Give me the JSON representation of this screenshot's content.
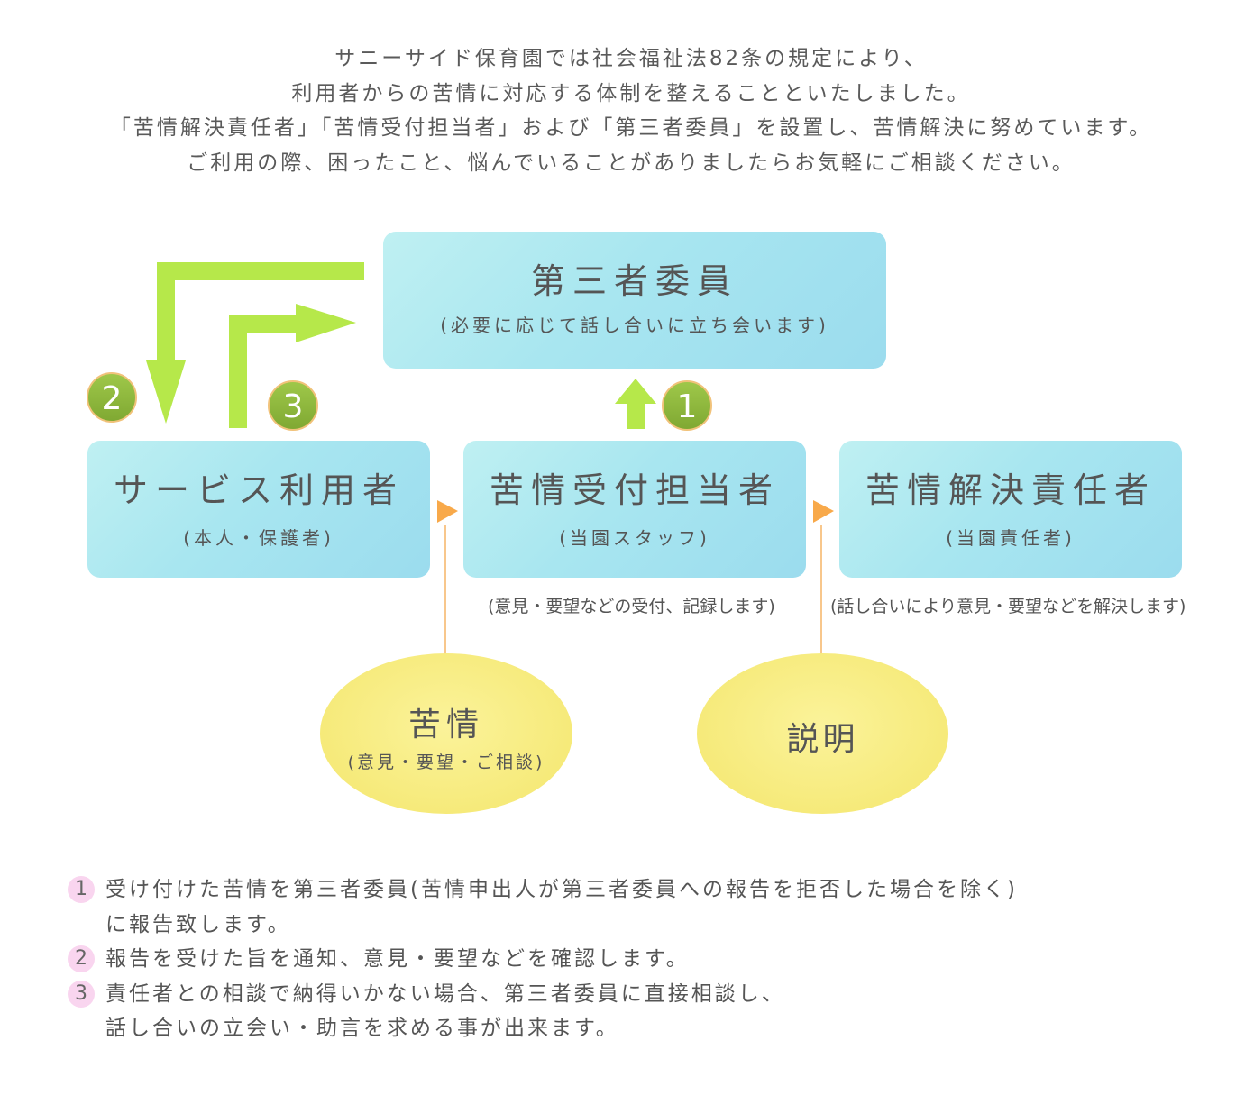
{
  "intro": [
    "サニーサイド保育園では社会福祉法82条の規定により、",
    "利用者からの苦情に対応する体制を整えることといたしました。",
    "「苦情解決責任者」「苦情受付担当者」および「第三者委員」を設置し、苦情解決に努めています。",
    "ご利用の際、困ったこと、悩んでいることがありましたらお気軽にご相談ください。"
  ],
  "diagram": {
    "third_party": {
      "title": "第三者委員",
      "sub": "(必要に応じて話し合いに立ち会います)"
    },
    "user": {
      "title": "サービス利用者",
      "sub": "(本人・保護者)"
    },
    "reception": {
      "title": "苦情受付担当者",
      "sub": "(当園スタッフ)",
      "note": "(意見・要望などの受付、記録します)"
    },
    "resolution": {
      "title": "苦情解決責任者",
      "sub": "(当園責任者)",
      "note": "(話し合いにより意見・要望などを解決します)"
    },
    "complaint": {
      "title": "苦情",
      "sub": "(意見・要望・ご相談)"
    },
    "explanation": {
      "title": "説明"
    },
    "badges": [
      "1",
      "2",
      "3"
    ],
    "colors": {
      "box": "#a8e6f0",
      "arrow_green": "#b6e84a",
      "badge_green": "#8db83a",
      "orange": "#f8a94a",
      "ellipse": "#f6ea7a",
      "num_pink": "#f9d5ef"
    }
  },
  "steps": [
    {
      "num": "1",
      "lines": [
        "受け付けた苦情を第三者委員(苦情申出人が第三者委員への報告を拒否した場合を除く)",
        "に報告致します。"
      ]
    },
    {
      "num": "2",
      "lines": [
        "報告を受けた旨を通知、意見・要望などを確認します。"
      ]
    },
    {
      "num": "3",
      "lines": [
        "責任者との相談で納得いかない場合、第三者委員に直接相談し、",
        "話し合いの立会い・助言を求める事が出来ます。"
      ]
    }
  ]
}
